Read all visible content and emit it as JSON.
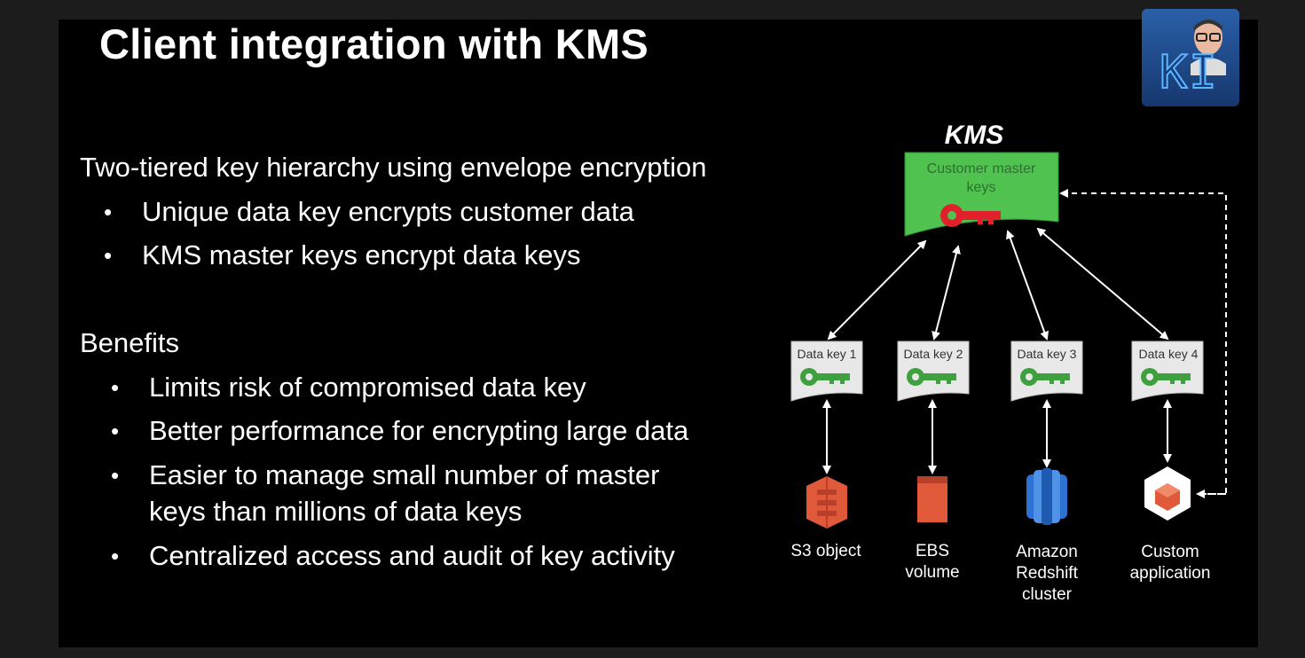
{
  "slide": {
    "title": "Client integration with KMS",
    "intro": "Two-tiered key hierarchy using envelope encryption",
    "intro_points": [
      "Unique data key encrypts customer data",
      "KMS master keys encrypt data keys"
    ],
    "benefits_heading": "Benefits",
    "benefits": [
      "Limits risk of compromised data key",
      "Better performance for encrypting large data",
      "Easier to manage small number of master",
      "keys than millions of data keys",
      "Centralized access and audit of key activity"
    ],
    "bullet_glyph": "•"
  },
  "diagram": {
    "kms_label": "KMS",
    "cmk_label_line1": "Customer master",
    "cmk_label_line2": "keys",
    "data_keys": [
      "Data key 1",
      "Data key 2",
      "Data key 3",
      "Data key 4"
    ],
    "resources": [
      {
        "line1": "S3 object",
        "line2": "",
        "line3": "",
        "icon": "s3-bucket-icon",
        "color": "#e05a3a"
      },
      {
        "line1": "EBS",
        "line2": "volume",
        "line3": "",
        "icon": "ebs-volume-icon",
        "color": "#e05a3a"
      },
      {
        "line1": "Amazon",
        "line2": "Redshift",
        "line3": "cluster",
        "icon": "redshift-cluster-icon",
        "color": "#2d72d2"
      },
      {
        "line1": "Custom",
        "line2": "application",
        "line3": "",
        "icon": "custom-application-cube-icon",
        "color": "#e05a3a"
      }
    ],
    "colors": {
      "cmk_green": "#4fc24f",
      "master_key_red": "#e0202a",
      "data_key_green": "#3ea03e"
    }
  },
  "presenter_logo": {
    "text": "KI"
  }
}
